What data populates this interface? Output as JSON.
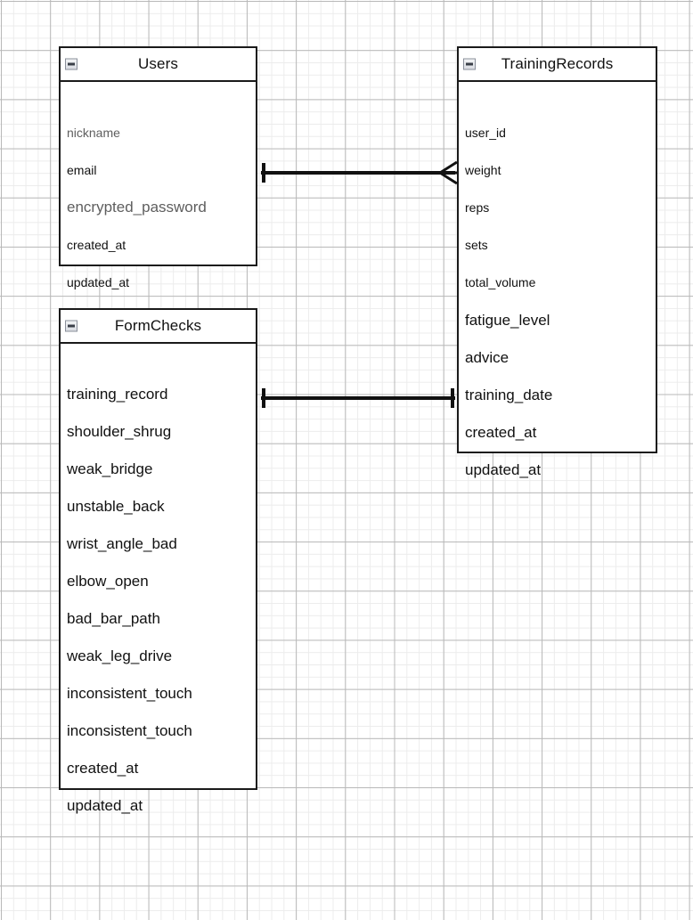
{
  "diagram": {
    "type": "entity-relationship-diagram",
    "background": "#ffffff",
    "grid_minor_color": "#ececec",
    "grid_major_color": "#b8b8b8",
    "line_color": "#111111",
    "border_color": "#1a1a1a",
    "muted_text_color": "#5e5e5e",
    "text_color": "#111111"
  },
  "entities": [
    {
      "id": "users",
      "title": "Users",
      "collapse_icon": "minus-square-icon",
      "fields": [
        {
          "name": "nickname",
          "size": "sm",
          "muted": false
        },
        {
          "name": "email",
          "size": "sm",
          "muted": false
        },
        {
          "name": "encrypted_password",
          "size": "lg",
          "muted": true
        },
        {
          "name": "created_at",
          "size": "sm",
          "muted": false
        },
        {
          "name": "updated_at",
          "size": "sm",
          "muted": false
        }
      ]
    },
    {
      "id": "training_records",
      "title": "TrainingRecords",
      "collapse_icon": "minus-square-icon",
      "fields": [
        {
          "name": "user_id",
          "size": "sm",
          "muted": false
        },
        {
          "name": "weight",
          "size": "sm",
          "muted": false
        },
        {
          "name": "reps",
          "size": "sm",
          "muted": false
        },
        {
          "name": "sets",
          "size": "sm",
          "muted": false
        },
        {
          "name": "total_volume",
          "size": "sm",
          "muted": false
        },
        {
          "name": "fatigue_level",
          "size": "lg",
          "muted": false
        },
        {
          "name": "advice",
          "size": "lg",
          "muted": false
        },
        {
          "name": "training_date",
          "size": "lg",
          "muted": false
        },
        {
          "name": "created_at",
          "size": "lg",
          "muted": false
        },
        {
          "name": "updated_at",
          "size": "lg",
          "muted": false
        }
      ]
    },
    {
      "id": "form_checks",
      "title": "FormChecks",
      "collapse_icon": "minus-square-icon",
      "fields": [
        {
          "name": "training_record",
          "size": "lg",
          "muted": false
        },
        {
          "name": "shoulder_shrug",
          "size": "lg",
          "muted": false
        },
        {
          "name": "weak_bridge",
          "size": "lg",
          "muted": false
        },
        {
          "name": "unstable_back",
          "size": "lg",
          "muted": false
        },
        {
          "name": "wrist_angle_bad",
          "size": "lg",
          "muted": false
        },
        {
          "name": "elbow_open",
          "size": "lg",
          "muted": false
        },
        {
          "name": "bad_bar_path",
          "size": "lg",
          "muted": false
        },
        {
          "name": "weak_leg_drive",
          "size": "lg",
          "muted": false
        },
        {
          "name": "inconsistent_touch",
          "size": "lg",
          "muted": false
        },
        {
          "name": "inconsistent_touch",
          "size": "lg",
          "muted": false
        },
        {
          "name": "created_at",
          "size": "lg",
          "muted": false
        },
        {
          "name": "updated_at",
          "size": "lg",
          "muted": false
        }
      ]
    }
  ],
  "relationships": [
    {
      "id": "users-training_records",
      "from": "Users",
      "to": "TrainingRecords",
      "from_notation": "one",
      "to_notation": "many",
      "from_field": "encrypted_password",
      "to_field": "reps"
    },
    {
      "id": "form_checks-training_records",
      "from": "FormChecks",
      "to": "TrainingRecords",
      "from_notation": "one",
      "to_notation": "one",
      "from_field": "shoulder_shrug",
      "to_field": "created_at"
    }
  ]
}
